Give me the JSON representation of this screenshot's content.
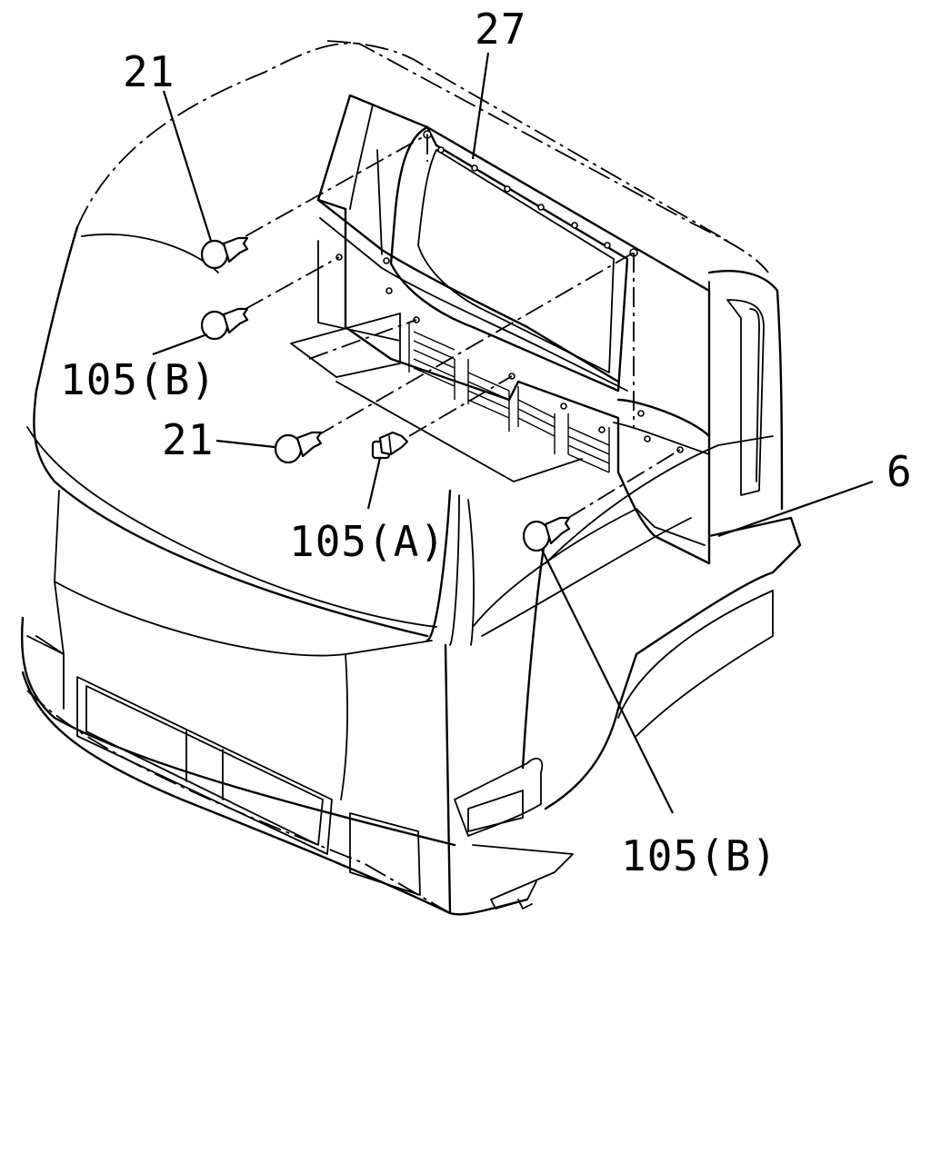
{
  "callouts": {
    "c27": "27",
    "c21_top": "21",
    "c105b_left": "105(B)",
    "c21_mid": "21",
    "c105a": "105(A)",
    "c6": "6",
    "c105b_bottom": "105(B)"
  },
  "colors": {
    "line": "#000000",
    "background": "#ffffff"
  }
}
